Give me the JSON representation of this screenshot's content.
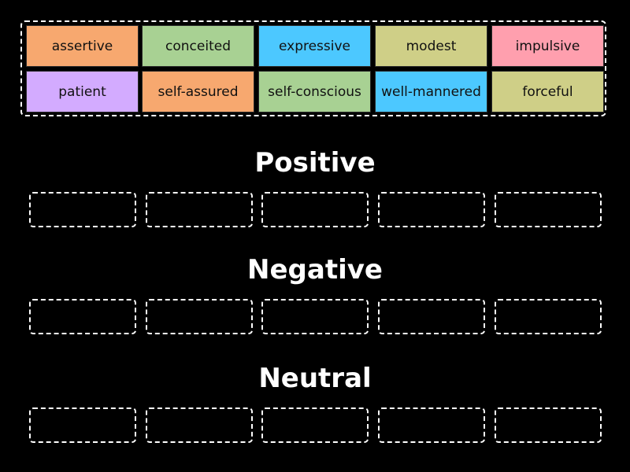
{
  "word_bank": {
    "tiles": [
      {
        "label": "assertive",
        "color": "#f7a86f"
      },
      {
        "label": "conceited",
        "color": "#a8d193"
      },
      {
        "label": "expressive",
        "color": "#4cc8ff"
      },
      {
        "label": "modest",
        "color": "#cfcf87"
      },
      {
        "label": "impulsive",
        "color": "#ff9fae"
      },
      {
        "label": "patient",
        "color": "#d3abff"
      },
      {
        "label": "self-assured",
        "color": "#f7a86f"
      },
      {
        "label": "self-conscious",
        "color": "#a8d193"
      },
      {
        "label": "well-mannered",
        "color": "#4cc8ff"
      },
      {
        "label": "forceful",
        "color": "#cfcf87"
      }
    ]
  },
  "categories": [
    {
      "title": "Positive",
      "slot_count": 5
    },
    {
      "title": "Negative",
      "slot_count": 5
    },
    {
      "title": "Neutral",
      "slot_count": 5
    }
  ],
  "colors": {
    "background": "#000000",
    "dashed_border": "#ffffff"
  }
}
